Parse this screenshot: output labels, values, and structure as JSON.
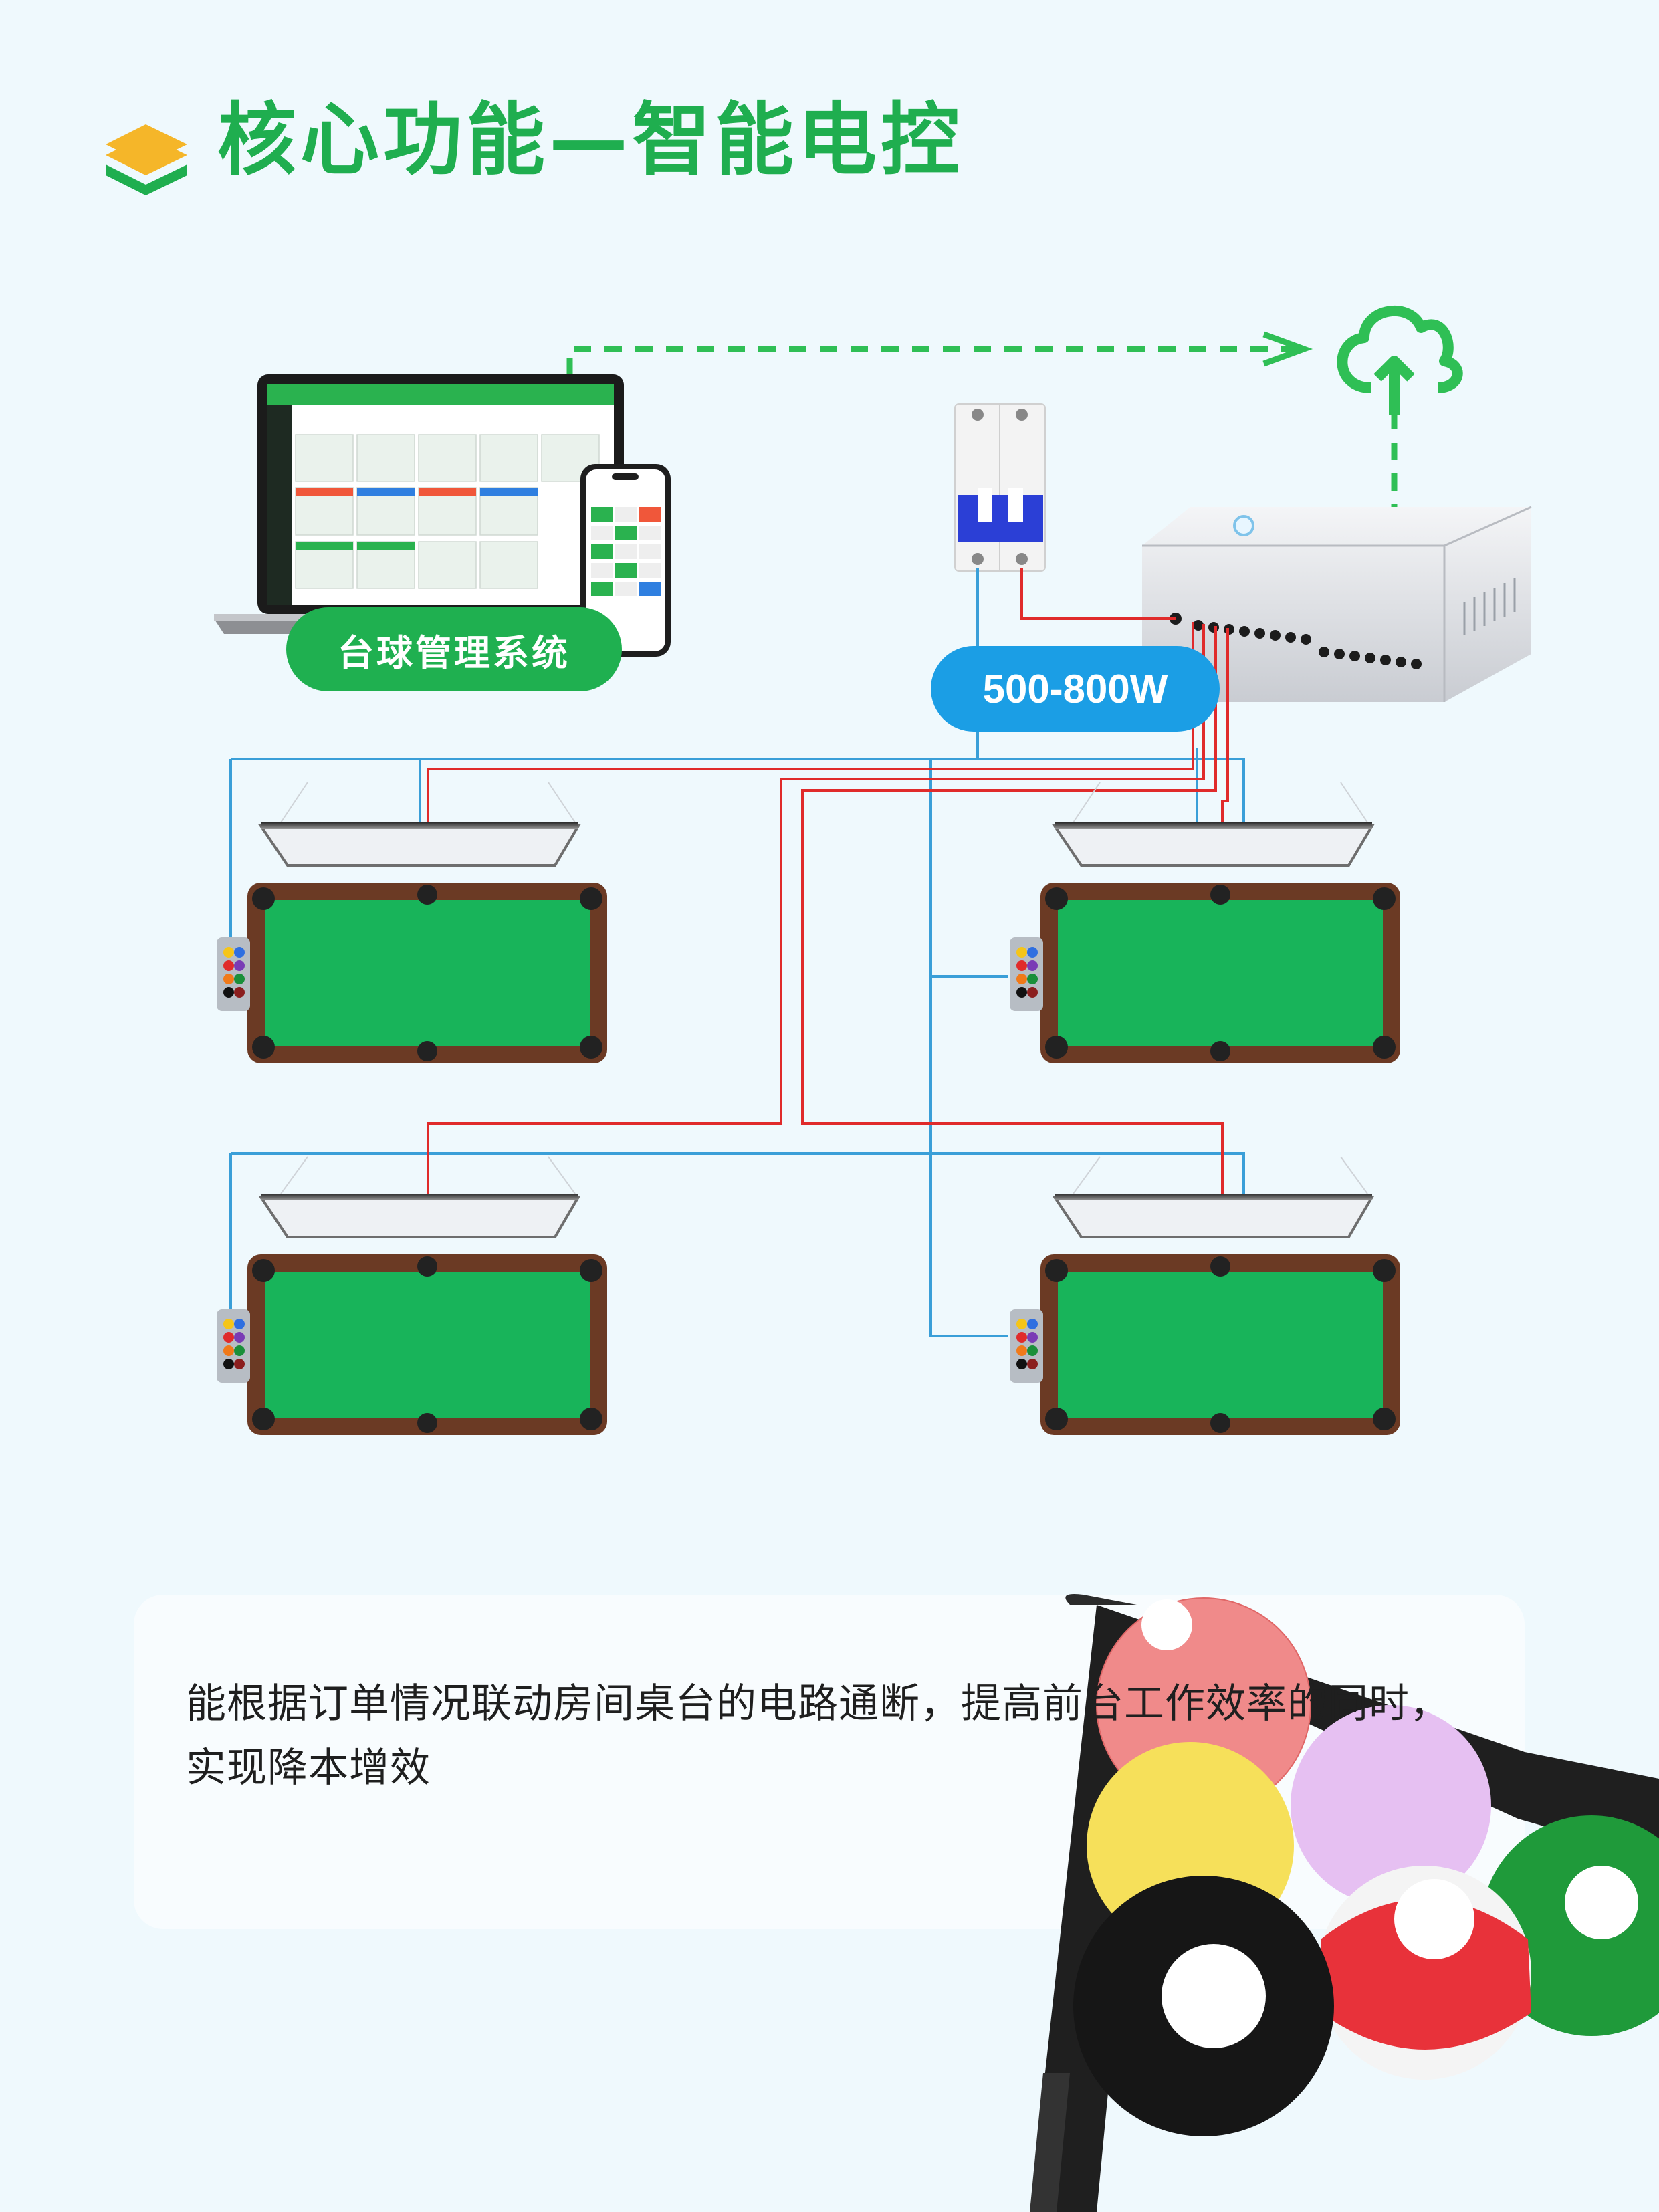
{
  "header": {
    "title": "核心功能—智能电控"
  },
  "system_label": "台球管理系统",
  "power_label": "500-800W",
  "description": "能根据订单情况联动房间桌台的电路通断，提高前台工作效率的同时，实现降本增效",
  "colors": {
    "title_green": "#1fae4f",
    "pill_green": "#1fb050",
    "pill_blue": "#1b9ee5",
    "wire_red": "#e02b2b",
    "wire_blue": "#3a9fd8",
    "dashed_green": "#2fbf55",
    "table_felt": "#18b45a",
    "table_rail": "#6b3a24"
  },
  "icons": [
    "layers-icon",
    "cloud-upload-icon",
    "laptop-icon",
    "phone-icon",
    "circuit-breaker-icon",
    "control-box-icon",
    "billiard-table-icon",
    "pendant-lamp-icon",
    "billiard-balls-icon"
  ]
}
